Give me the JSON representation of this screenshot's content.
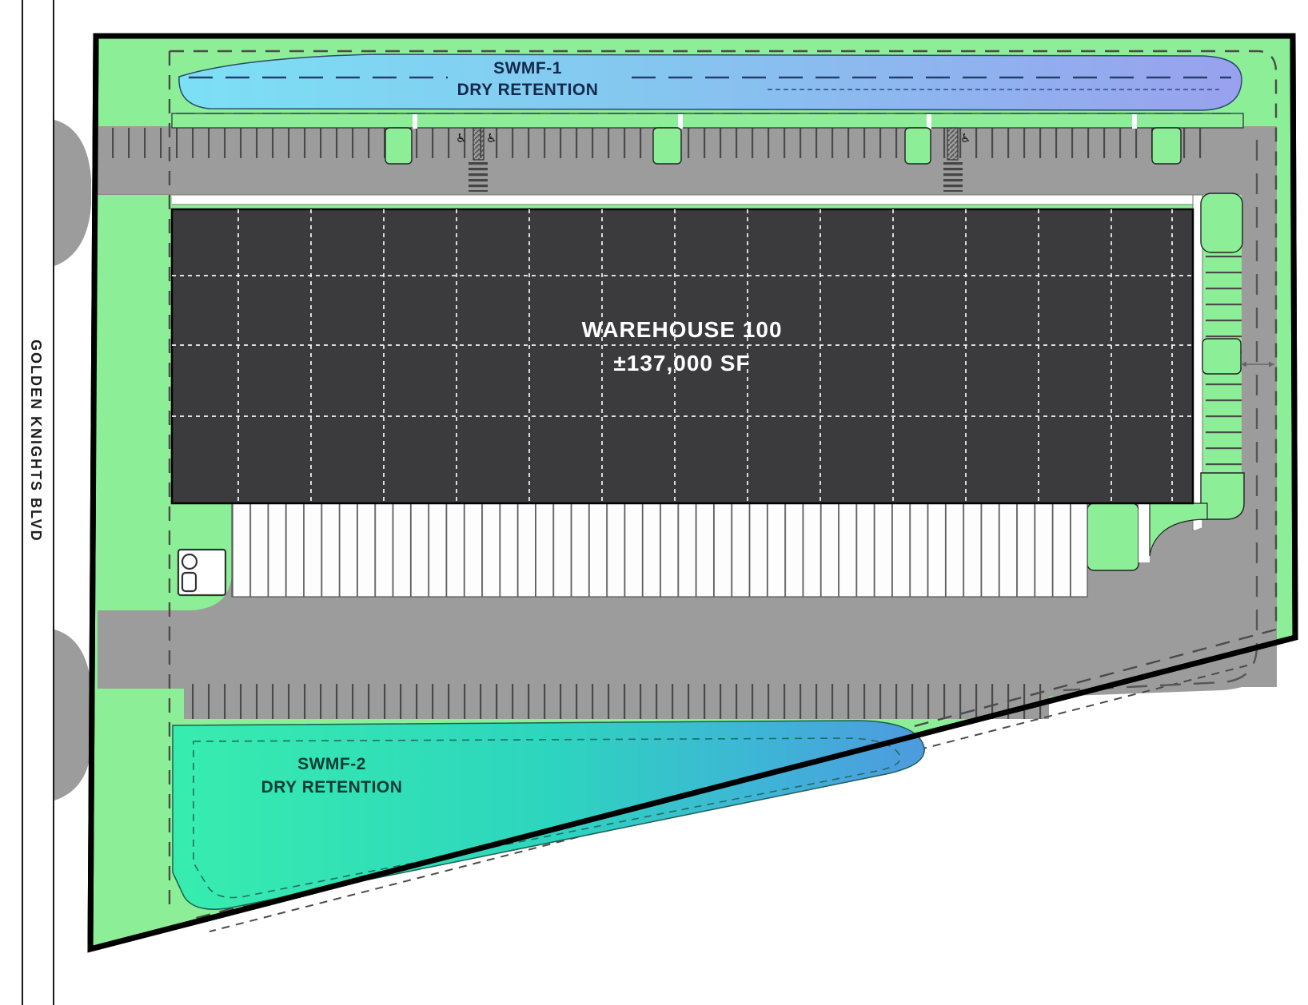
{
  "road": {
    "label": "GOLDEN KNIGHTS BLVD"
  },
  "stormwater": [
    {
      "name": "SWMF-1",
      "type": "DRY RETENTION"
    },
    {
      "name": "SWMF-2",
      "type": "DRY RETENTION"
    }
  ],
  "building": {
    "name": "WAREHOUSE 100",
    "area": "±137,000 SF"
  },
  "colors": {
    "landscape_green": "#8CEE96",
    "pavement_gray": "#9C9C9C",
    "building_fill": "#3B3B3D",
    "concrete_white": "#FDFDFD",
    "pond1_gradient_start": "#7CE0F4",
    "pond1_gradient_end": "#99A1EE",
    "pond2_gradient_start": "#37EDAE",
    "pond2_gradient_end": "#4E9ADF",
    "boundary": "#000000"
  }
}
